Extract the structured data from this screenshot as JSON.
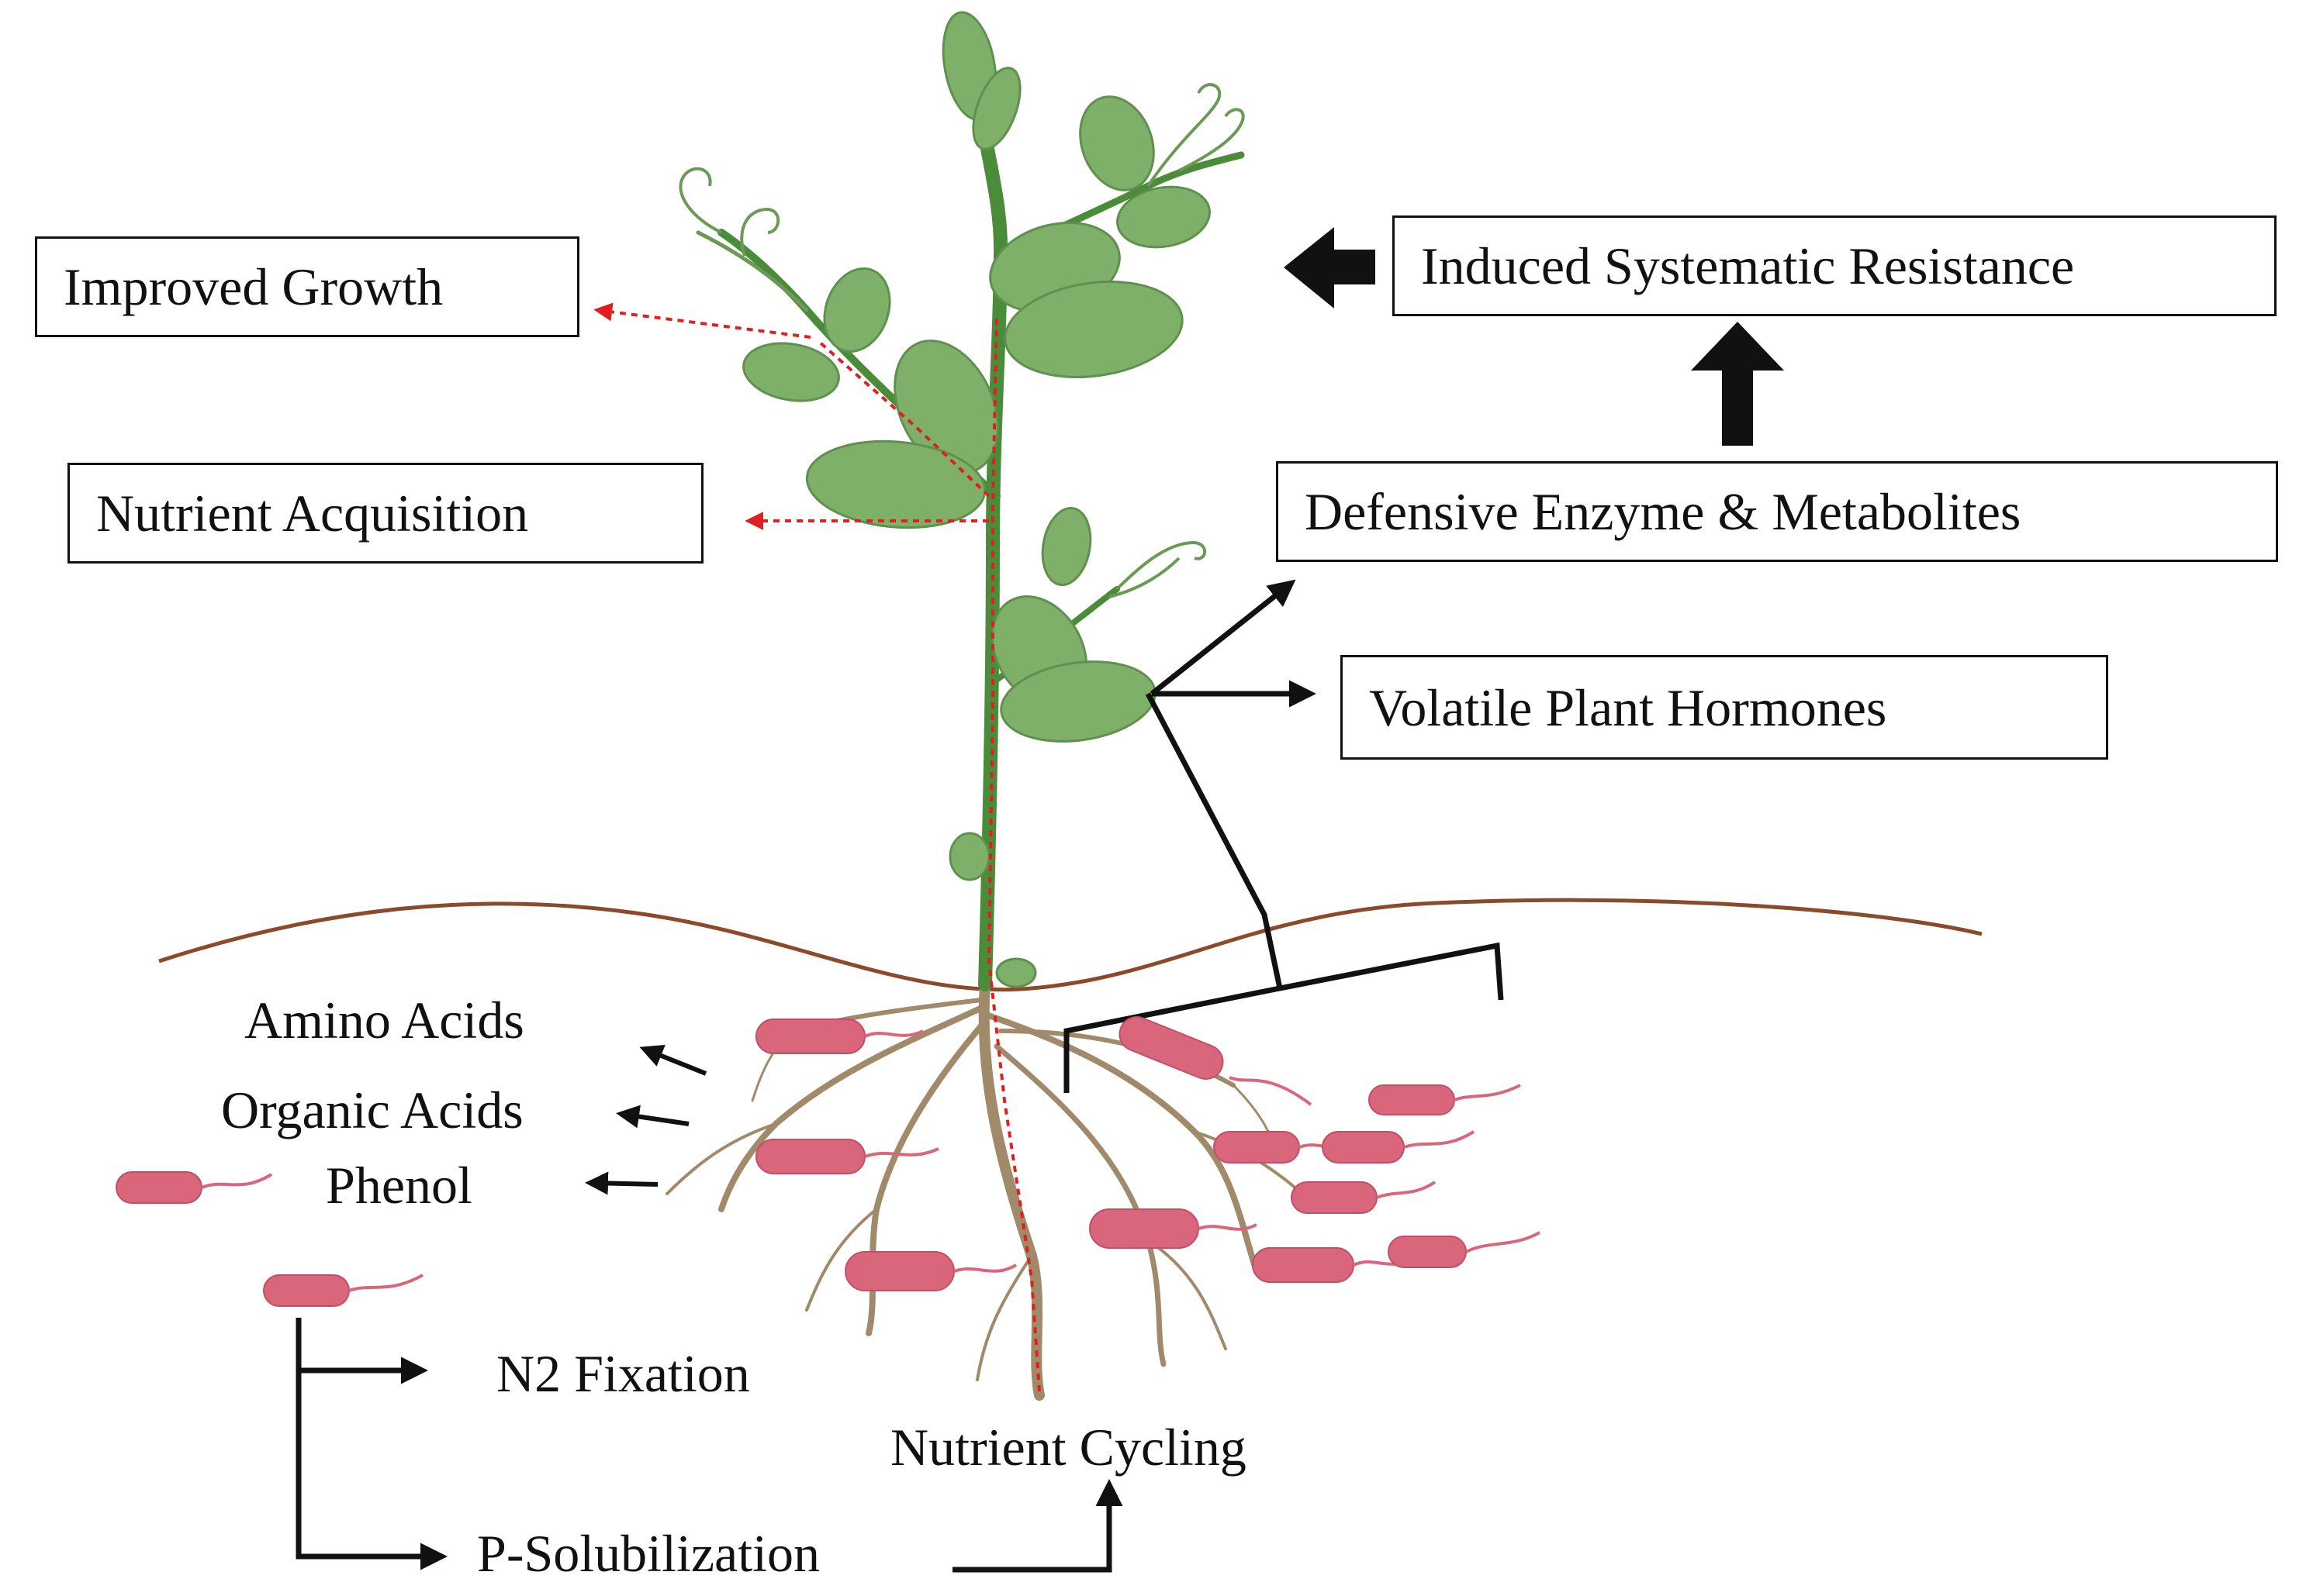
{
  "plant_effects": {
    "improved_growth": "Improved Growth",
    "nutrient_acquisition": "Nutrient Acquisition"
  },
  "defense": {
    "isr": "Induced Systematic Resistance",
    "enzymes": "Defensive Enzyme & Metabolites",
    "hormones": "Volatile Plant Hormones"
  },
  "root_exudates": {
    "amino_acids": "Amino Acids",
    "organic_acids": "Organic Acids",
    "phenol": "Phenol"
  },
  "microbial_functions": {
    "n2_fixation": "N2 Fixation",
    "p_solubilization": "P-Solubilization",
    "nutrient_cycling": "Nutrient Cycling"
  },
  "colors": {
    "leaf": "#7fb069",
    "stem": "#4a8c3a",
    "root": "#a08a6a",
    "soil_line": "#8b4a2b",
    "bacteria": "#d9667a",
    "flow_arrow": "#e02020",
    "arrow": "#111111"
  }
}
